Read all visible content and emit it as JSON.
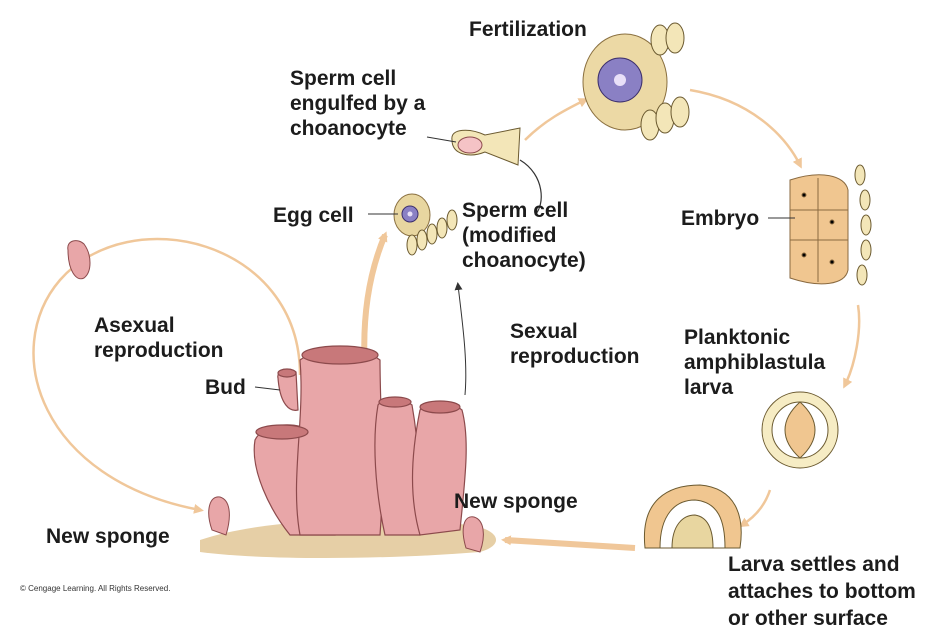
{
  "labels": {
    "fertilization": "Fertilization",
    "sperm_engulfed": [
      "Sperm cell",
      "engulfed by a",
      "choanocyte"
    ],
    "egg_cell": "Egg cell",
    "sperm_cell": [
      "Sperm cell",
      "(modified",
      "choanocyte)"
    ],
    "embryo": "Embryo",
    "asexual": [
      "Asexual",
      "reproduction"
    ],
    "sexual": [
      "Sexual",
      "reproduction"
    ],
    "bud": "Bud",
    "planktonic": [
      "Planktonic",
      "amphiblastula",
      "larva"
    ],
    "new_sponge_left": "New sponge",
    "new_sponge_right": "New sponge",
    "larva_settles": [
      "Larva settles and",
      "attaches to bottom",
      "or other surface"
    ],
    "copyright": "© Cengage Learning. All Rights Reserved."
  },
  "colors": {
    "cycle_arrow": "#f0c79a",
    "sponge": "#e8a6a8",
    "sponge_dark": "#b8666a",
    "collar_cell": "#f3e6b8",
    "egg": "#e8d6a0",
    "nucleus": "#8a80c4",
    "substrate": "#e6cfa6"
  }
}
